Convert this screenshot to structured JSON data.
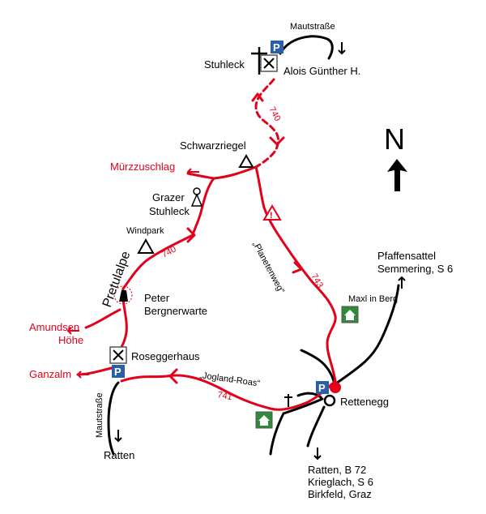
{
  "colors": {
    "route": "#e3001b",
    "road": "#000000",
    "parking": "#2a5fa8",
    "hut_icon": "#2e8b3a",
    "background": "#ffffff"
  },
  "compass": {
    "letter": "N"
  },
  "labels": {
    "mautstrasse_top": "Mautstraße",
    "stuhleck": "Stuhleck",
    "alois_guenther": "Alois Günther H.",
    "route_740_top": "740",
    "schwarzriegel": "Schwarzriegel",
    "muerzzuschlag": "Mürzzuschlag",
    "grazer": "Grazer",
    "stuhleck2": "Stuhleck",
    "windpark": "Windpark",
    "route_740_mid": "740",
    "pretulalpe": "Pretulalpe",
    "planetenweg": "„Planetenweg“",
    "route_743": "743",
    "peter": "Peter",
    "bergnerwarte": "Bergnerwarte",
    "pfaffensattel": "Pfaffensattel",
    "semmering": "Semmering, S 6",
    "maxl_in_berg": "Maxl in Berg",
    "amundsen": "Amundsen",
    "hoehe": "Höhe",
    "roseggerhaus": "Roseggerhaus",
    "ganzalm": "Ganzalm",
    "jogland_roas": "„Jogland-Roas“",
    "route_741": "741",
    "mautstrasse_left": "Mautstraße",
    "rettenegg": "Rettenegg",
    "ratten_left": "Ratten",
    "ratten_b72": "Ratten, B 72",
    "krieglach": "Krieglach, S 6",
    "birkfeld": "Birkfeld, Graz"
  },
  "icons": {
    "parking_letter": "P",
    "warning_mark": "!"
  }
}
